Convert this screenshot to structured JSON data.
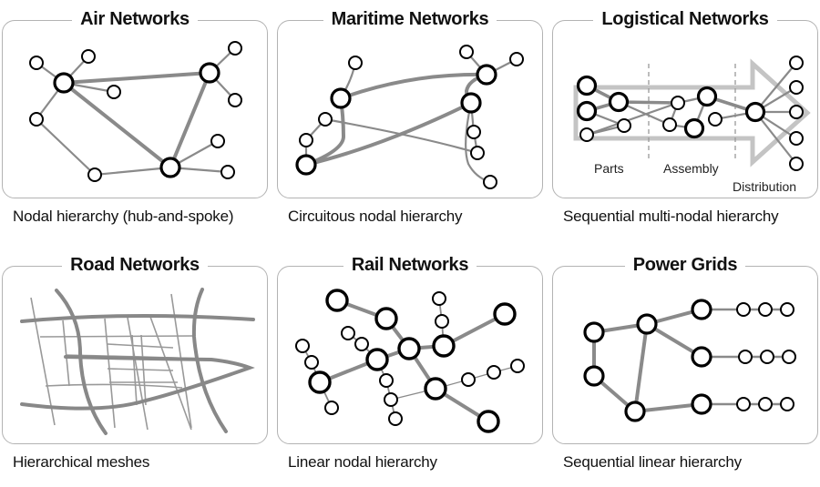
{
  "panels": [
    {
      "id": "air",
      "title": "Air Networks",
      "caption": "Nodal hierarchy (hub-and-spoke)"
    },
    {
      "id": "maritime",
      "title": "Maritime Networks",
      "caption": "Circuitous nodal hierarchy"
    },
    {
      "id": "logistical",
      "title": "Logistical Networks",
      "caption": "Sequential multi-nodal hierarchy",
      "stage_labels": [
        "Parts",
        "Assembly",
        "Distribution"
      ]
    },
    {
      "id": "road",
      "title": "Road Networks",
      "caption": "Hierarchical meshes"
    },
    {
      "id": "rail",
      "title": "Rail Networks",
      "caption": "Linear nodal hierarchy"
    },
    {
      "id": "power",
      "title": "Power Grids",
      "caption": "Sequential linear hierarchy"
    }
  ],
  "colors": {
    "edge": "#8a8a8a",
    "node_stroke": "#000000",
    "frame": "#b3b3b3",
    "arrow": "#c4c4c4"
  }
}
